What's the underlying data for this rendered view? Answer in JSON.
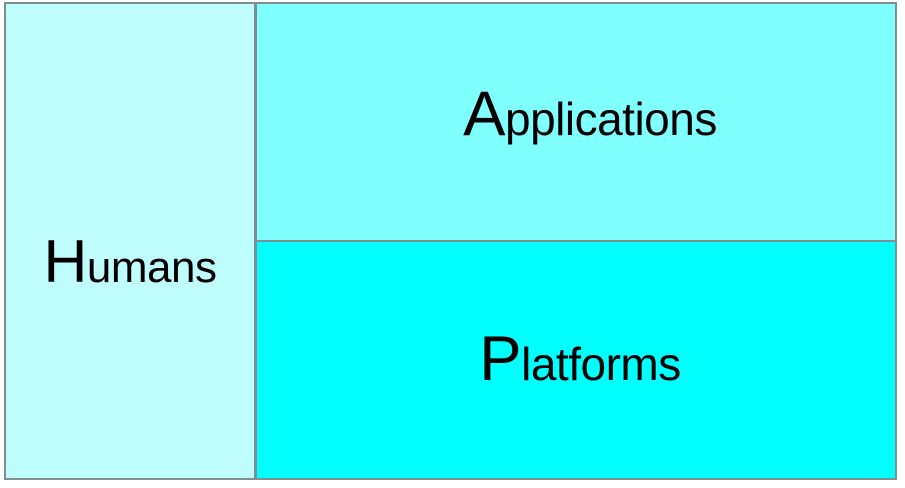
{
  "diagram": {
    "type": "layered-block-diagram",
    "cells": [
      {
        "id": "humans",
        "name": "Humans",
        "cap": "H",
        "rest": "umans",
        "fill_color": "#bffcfc",
        "position": "left-column"
      },
      {
        "id": "applications",
        "name": "Applications",
        "cap": "A",
        "rest": "pplications",
        "fill_color": "#80ffff",
        "position": "right-top"
      },
      {
        "id": "platforms",
        "name": "Platforms",
        "cap": "P",
        "rest": "latforms",
        "fill_color": "#00ffff",
        "position": "right-bottom"
      }
    ],
    "border_color": "#7f8f8f",
    "text_color": "#000000",
    "background_color": "#ffffff"
  }
}
